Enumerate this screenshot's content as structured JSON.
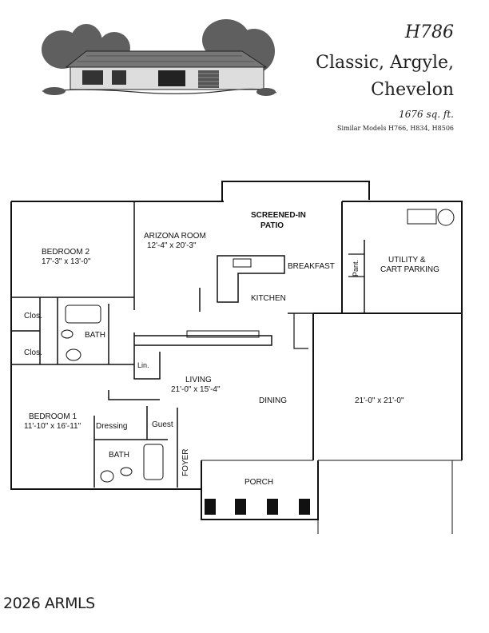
{
  "header": {
    "model_number": "H786",
    "model_names_line1": "Classic, Argyle,",
    "model_names_line2": "Chevelon",
    "square_feet": "1676 sq. ft.",
    "similar_models": "Similar Models H766, H834, H8506"
  },
  "rooms": {
    "bedroom2": {
      "name": "BEDROOM 2",
      "size": "17'-3\" x 13'-0\""
    },
    "arizona_room": {
      "name": "ARIZONA ROOM",
      "size": "12'-4\" x 20'-3\""
    },
    "screened_patio_line1": "SCREENED-IN",
    "screened_patio_line2": "PATIO",
    "breakfast": "BREAKFAST",
    "pantry": "Pant.",
    "utility_line1": "UTILITY &",
    "utility_line2": "CART PARKING",
    "kitchen": "KITCHEN",
    "closet_upper": "Clos.",
    "closet_lower": "Clos.",
    "bath_upper": "BATH",
    "linen": "Lin.",
    "living": {
      "name": "LIVING",
      "size": "21'-0\" x 15'-4\""
    },
    "dining": "DINING",
    "garage_size": "21'-0\" x 21'-0\"",
    "bedroom1": {
      "name": "BEDROOM 1",
      "size": "11'-10\" x 16'-11\""
    },
    "dressing": "Dressing",
    "guest": "Guest",
    "bath_lower": "BATH",
    "foyer": "FOYER",
    "porch": "PORCH"
  },
  "footer": {
    "copyright": "2026 ARMLS"
  }
}
